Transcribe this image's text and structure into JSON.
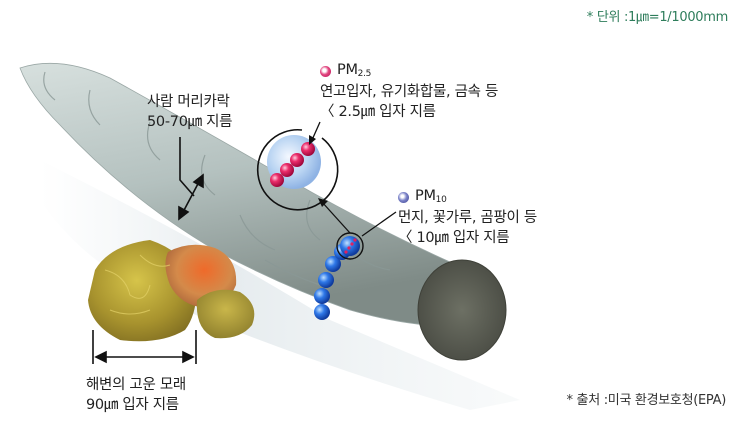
{
  "unit_note": "* 단위 :1㎛=1/1000mm",
  "source_note": "* 출처 :미국 환경보호청(EPA)",
  "hair": {
    "line1": "사람 머리카락",
    "line2": "50-70㎛ 지름"
  },
  "sand": {
    "line1": "해변의 고운 모래",
    "line2": "90㎛ 입자 지름"
  },
  "pm25": {
    "name": "PM",
    "sub": "2.5",
    "line1": "연고입자, 유기화합물, 금속 등",
    "line2": "〈 2.5㎛ 입자 지름",
    "color": "#d81b60"
  },
  "pm10": {
    "name": "PM",
    "sub": "10",
    "line1": "먼지, 꽃가루, 곰팡이 등",
    "line2": "〈 10㎛ 입자 지름",
    "color": "#3f51b5"
  },
  "colors": {
    "hair": "#b9c6c4",
    "hair_end": "#5f6258",
    "sand_yellow": "#b8a43a",
    "sand_orange": "#d7703a",
    "pm10_blue": "#2f6fe0",
    "pm25_pink": "#e0205f",
    "unit_note": "#2e7d5b"
  }
}
